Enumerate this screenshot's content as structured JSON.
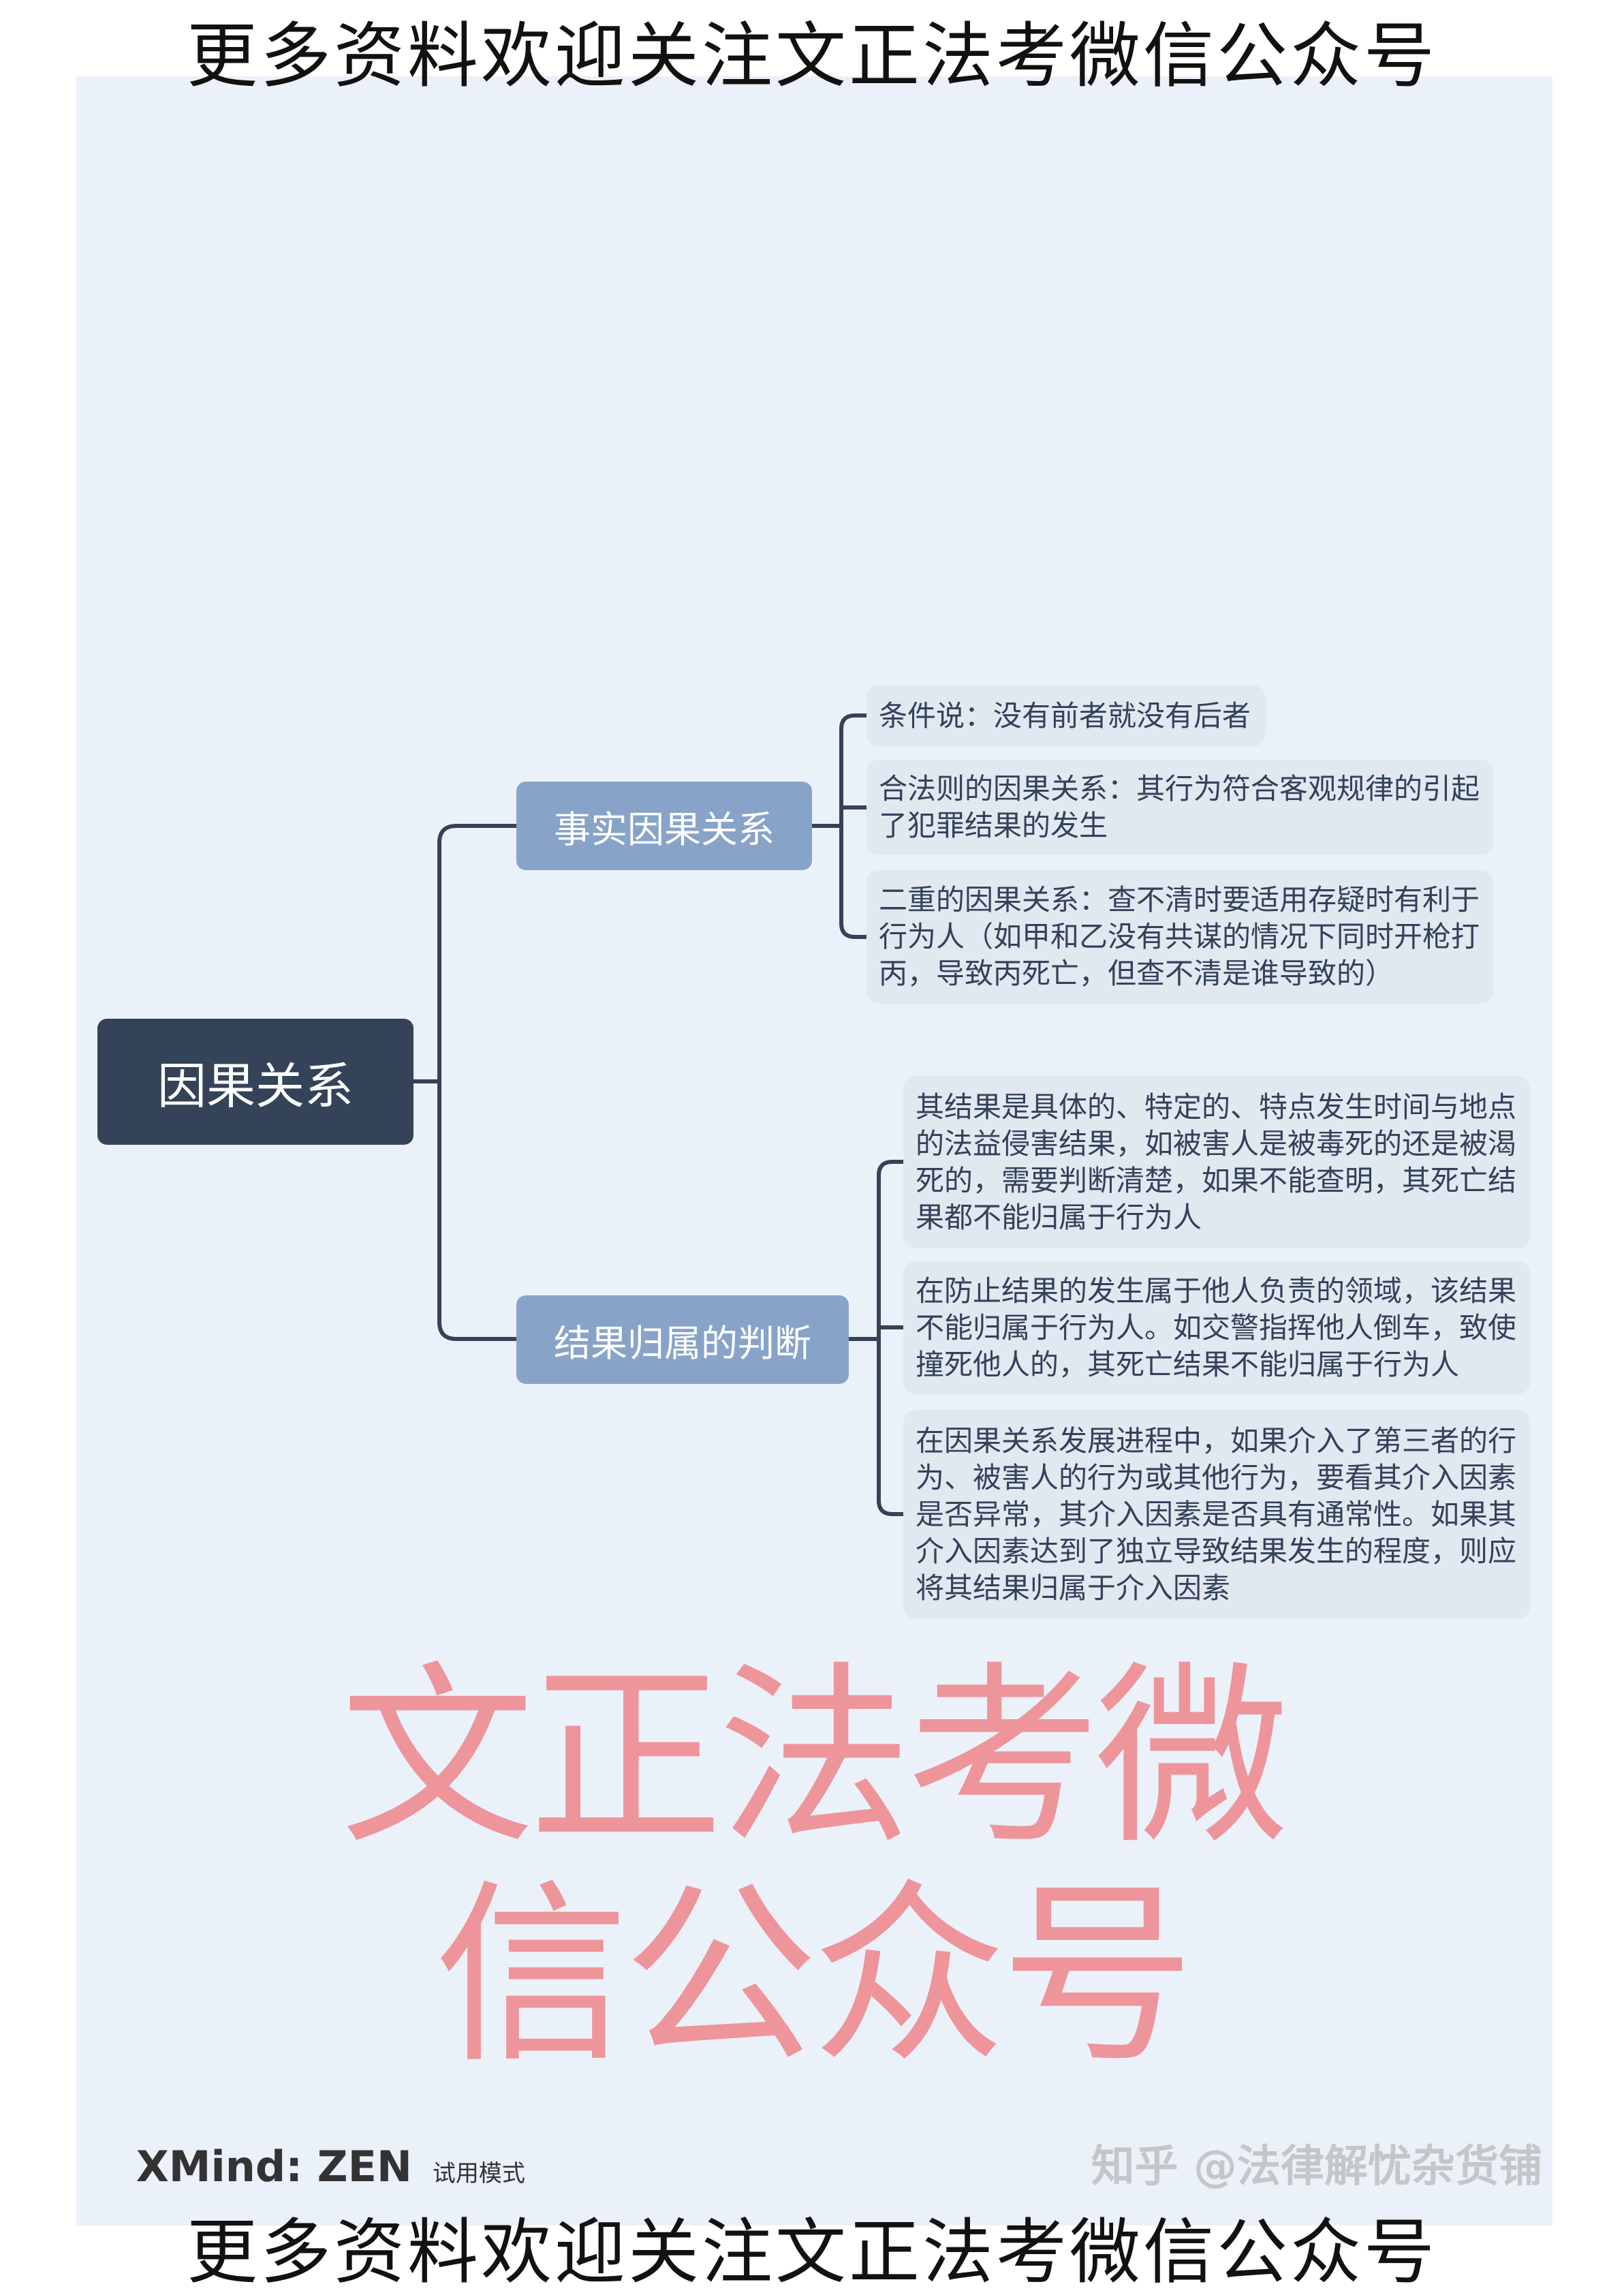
{
  "banner": {
    "top": "更多资料欢迎关注文正法考微信公众号",
    "bottom": "更多资料欢迎关注文正法考微信公众号"
  },
  "mindmap": {
    "root": "因果关系",
    "branches": [
      {
        "label": "事实因果关系",
        "leaves": [
          "条件说：没有前者就没有后者",
          "合法则的因果关系：其行为符合客观规律的引起了犯罪结果的发生",
          "二重的因果关系：查不清时要适用存疑时有利于行为人（如甲和乙没有共谋的情况下同时开枪打丙，导致丙死亡，但查不清是谁导致的）"
        ]
      },
      {
        "label": "结果归属的判断",
        "leaves": [
          "其结果是具体的、特定的、特点发生时间与地点的法益侵害结果，如被害人是被毒死的还是被渴死的，需要判断清楚，如果不能查明，其死亡结果都不能归属于行为人",
          "在防止结果的发生属于他人负责的领域，该结果不能归属于行为人。如交警指挥他人倒车，致使撞死他人的，其死亡结果不能归属于行为人",
          "在因果关系发展进程中，如果介入了第三者的行为、被害人的行为或其他行为，要看其介入因素是否异常，其介入因素是否具有通常性。如果其介入因素达到了独立导致结果发生的程度，则应将其结果归属于介入因素"
        ]
      }
    ]
  },
  "watermarks": {
    "red": "文正法考微信公众号",
    "zhihu": "知乎 @法律解忧杂货铺",
    "xmind": "XMind: ZEN",
    "xmind_mode": "试用模式"
  },
  "colors": {
    "root": "#344358",
    "branch": "#88a3c8",
    "leaf": "#e2e8f0",
    "canvas": "#ebf1f9",
    "watermark": "#ee7076"
  }
}
